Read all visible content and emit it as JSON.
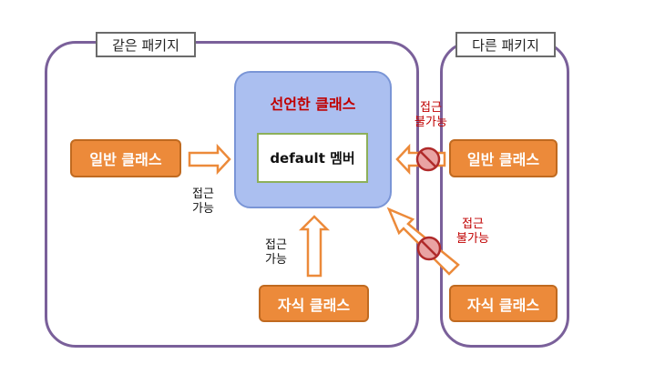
{
  "same_package": {
    "label": "같은 패키지",
    "general_class": "일반 클래스",
    "child_class": "자식 클래스",
    "access_right_note": "접근\n가능",
    "access_up_note": "접근\n가능"
  },
  "declared_class": {
    "title": "선언한 클래스",
    "member": "default 멤버"
  },
  "other_package": {
    "label": "다른 패키지",
    "general_class": "일반 클래스",
    "child_class": "자식 클래스",
    "denied_top_note": "접근\n불가능",
    "denied_bottom_note": "접근\n불가능"
  },
  "colors": {
    "package_border": "#7a609a",
    "class_box": "#ec8a3a",
    "declared_box": "#abbff0",
    "member_border": "#8db05a",
    "denied_text": "#c00000"
  },
  "icons": [
    "no-entry-icon"
  ]
}
